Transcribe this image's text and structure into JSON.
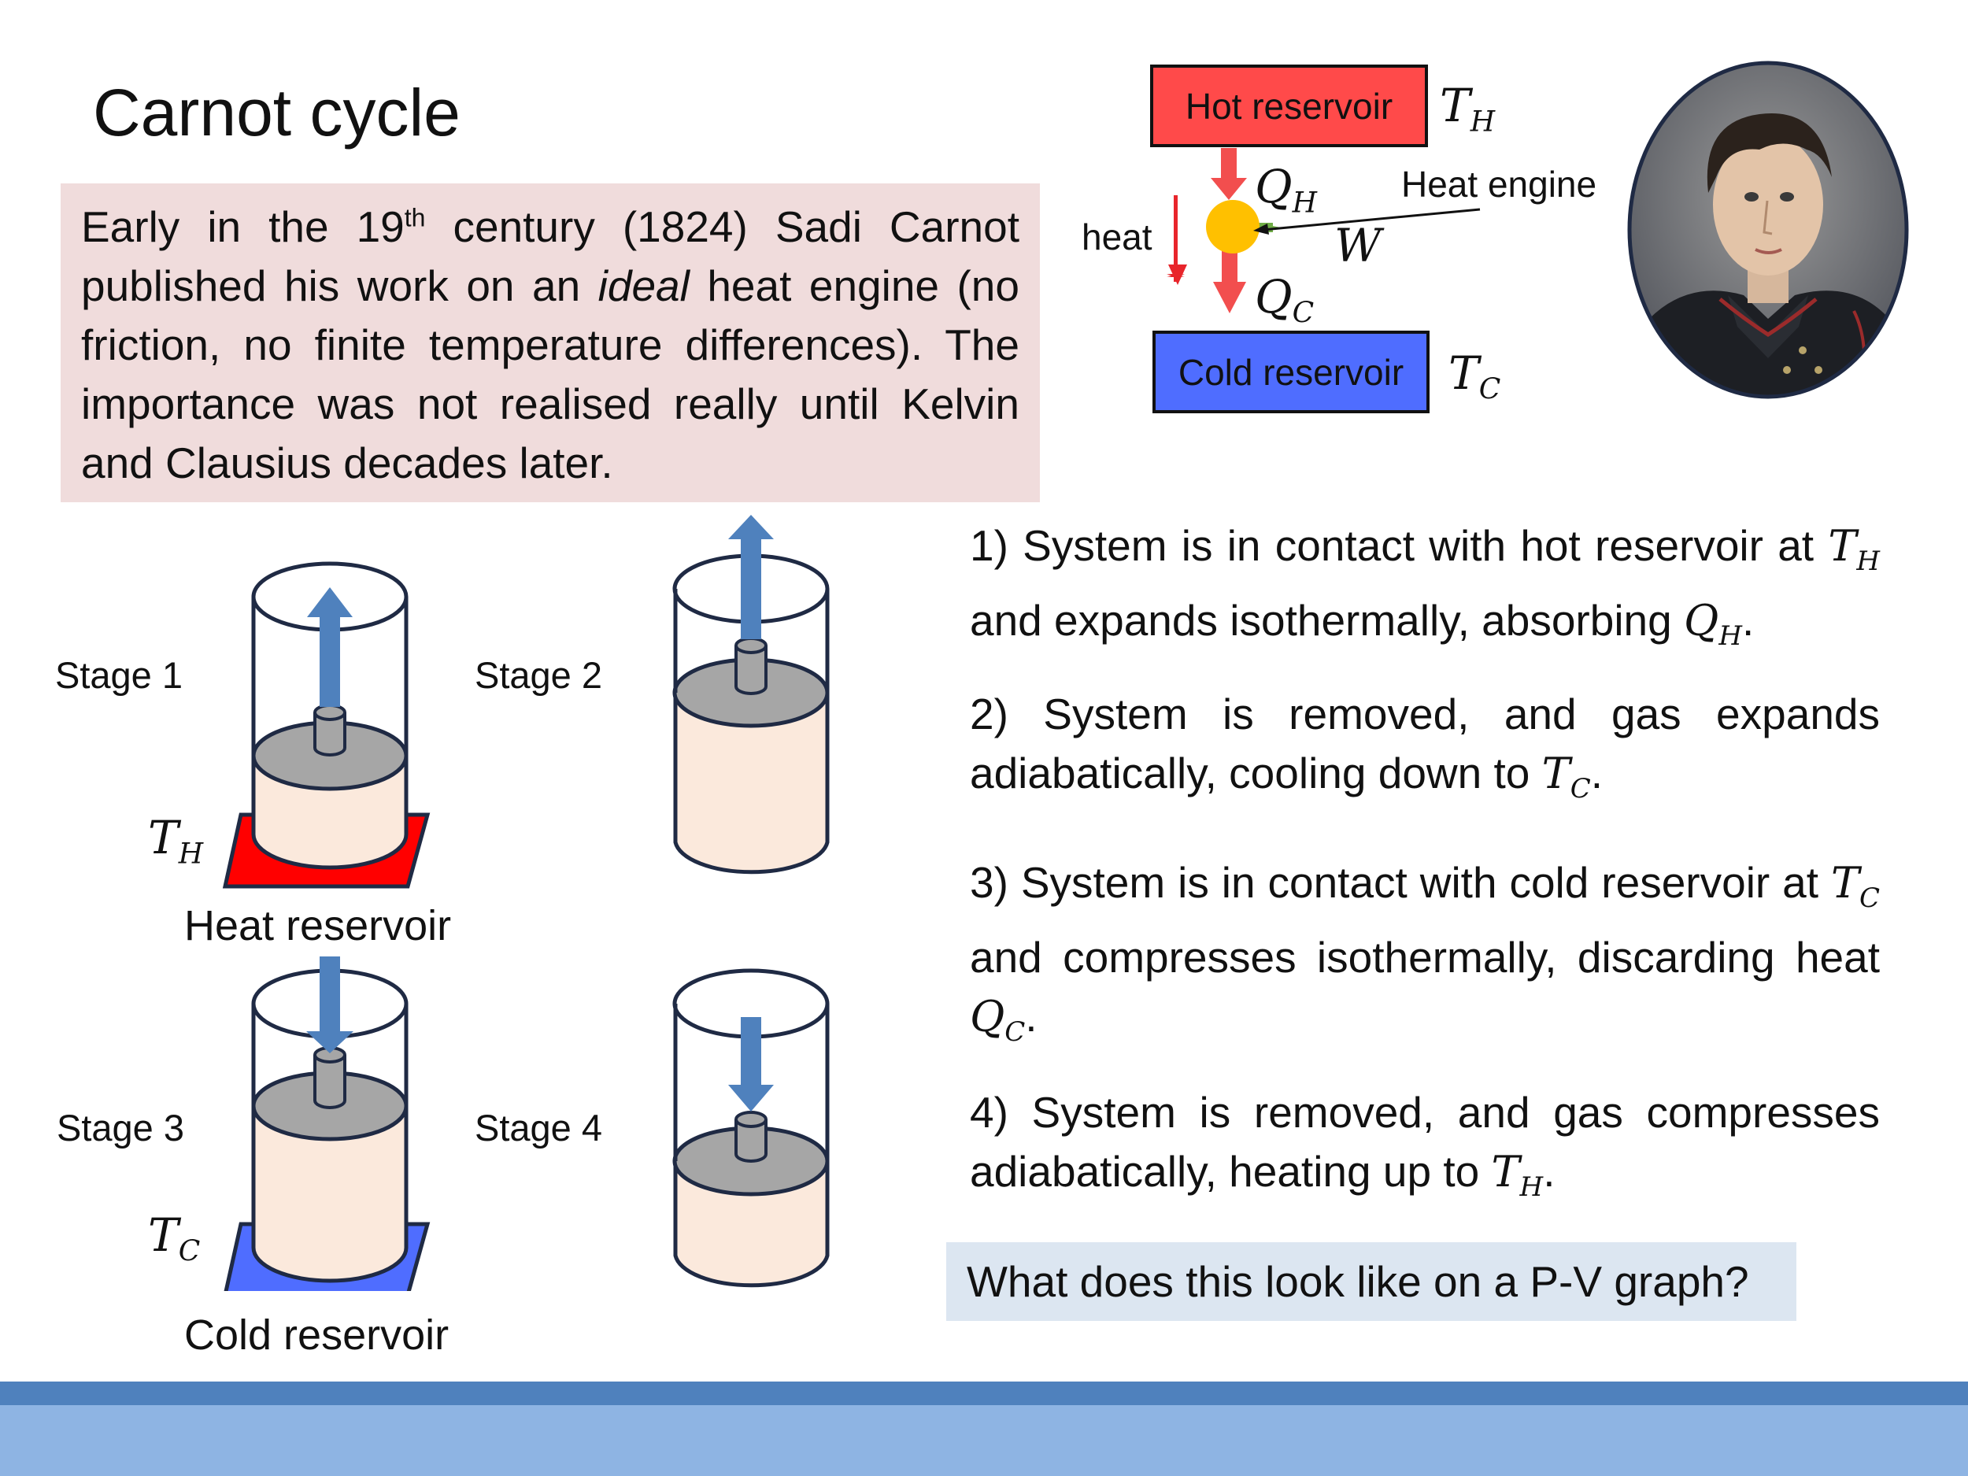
{
  "slide": {
    "title": "Carnot cycle",
    "intro": {
      "part1": "Early in the 19",
      "sup": "th",
      "part2": " century (1824) Sadi Carnot published his work on an ",
      "emph": "ideal",
      "part3": " heat engine (no friction, no finite temperature differences). The importance was not realised really until Kelvin and Clausius decades later."
    },
    "engine_diagram": {
      "hot_reservoir": "Hot reservoir",
      "cold_reservoir": "Cold reservoir",
      "T_hot": "T",
      "T_hot_sub": "H",
      "T_cold": "T",
      "T_cold_sub": "C",
      "Q_hot": "Q",
      "Q_hot_sub": "H",
      "Q_cold": "Q",
      "Q_cold_sub": "C",
      "work": "W",
      "heat_label": "heat",
      "engine_label": "Heat engine"
    },
    "stages": {
      "stage1": "Stage 1",
      "stage2": "Stage 2",
      "stage3": "Stage 3",
      "stage4": "Stage 4",
      "heat_reservoir": "Heat reservoir",
      "cold_reservoir": "Cold reservoir",
      "TH": "T",
      "TH_sub": "H",
      "TC": "T",
      "TC_sub": "C"
    },
    "steps": {
      "s1_a": "1) System is in contact with hot reservoir at ",
      "s1_b": " and expands isothermally, absorbing ",
      "s1_c": ".",
      "s2_a": "2) System is removed, and gas expands adiabatically, cooling down to ",
      "s2_b": ".",
      "s3_a": "3) System is in contact with cold reservoir at ",
      "s3_b": " and compresses isothermally, discarding heat ",
      "s3_c": ".",
      "s4_a": "4) System is removed, and gas compresses adiabatically, heating up to ",
      "s4_b": ".",
      "T": "T",
      "Q": "Q",
      "H": "H",
      "C": "C"
    },
    "question": "What does this look like on a P-V graph?",
    "colors": {
      "hot": "#ff4a4a",
      "cold": "#4f6dff",
      "engine": "#ffc000",
      "arrow_red": "#e8252b",
      "arrow_green": "#70ad47",
      "piston_arrow": "#4f81bd",
      "gas": "#fbe9dc",
      "piston": "#a6a6a6",
      "intro_bg": "#f0dcdc",
      "question_bg": "#dce6f1",
      "footer_dark": "#4f81bd",
      "footer_light": "#8eb4e3"
    }
  }
}
